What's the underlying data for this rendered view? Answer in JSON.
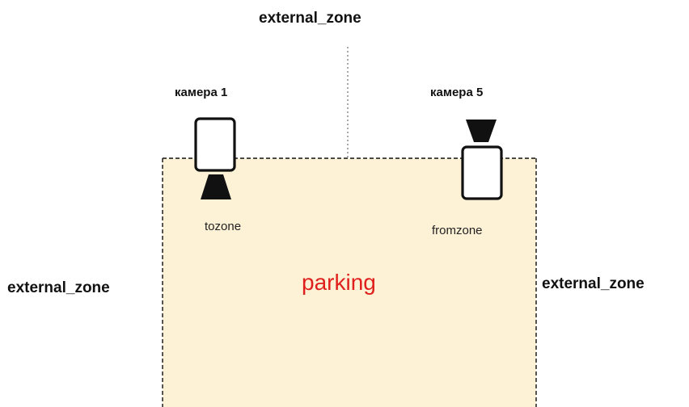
{
  "zones": {
    "top": "external_zone",
    "left": "external_zone",
    "right": "external_zone"
  },
  "parking": {
    "label": "parking",
    "fill": "#fdf1d6",
    "label_color": "#e0201c"
  },
  "cameras": [
    {
      "label": "камера 1",
      "zone_label": "tozone"
    },
    {
      "label": "камера 5",
      "zone_label": "fromzone"
    }
  ],
  "colors": {
    "border": "#111111",
    "connector": "#555555"
  }
}
